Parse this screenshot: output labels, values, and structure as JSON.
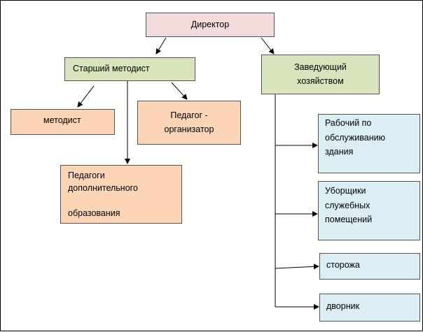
{
  "nodes": {
    "director": "Директор",
    "senior_methodist": "Старший методист",
    "household_head": "Заведующий\nхозяйством",
    "methodist": "методист",
    "pedagogue_organizer": "Педагог -\nорганизатор",
    "additional_education": "Педагоги\nдополнительного\n\nобразования",
    "maintenance_worker": "Рабочий по\nобслуживанию\nздания",
    "cleaners": "Уборщики\nслужебных\nпомещений",
    "watchmen": "сторожа",
    "janitor": "дворник"
  },
  "colors": {
    "director": "#f2dcdb",
    "managers": "#d7e4bc",
    "methodical_staff": "#fbd5b5",
    "service_staff": "#dbeef3"
  }
}
